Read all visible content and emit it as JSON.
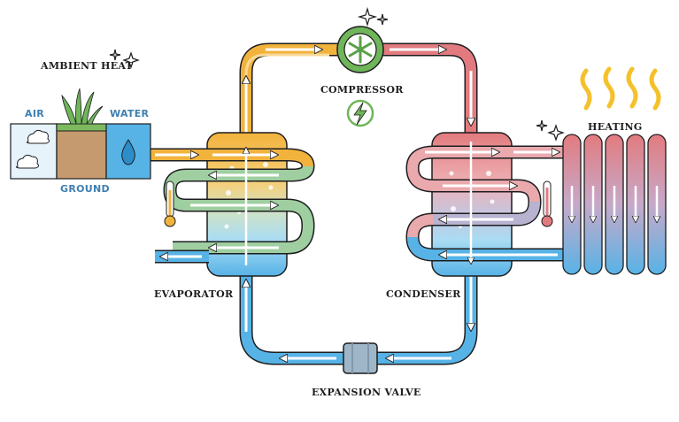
{
  "labels": {
    "ambient_heat": "AMBIENT HEAT",
    "air": "AIR",
    "water": "WATER",
    "ground": "GROUND",
    "compressor": "COMPRESSOR",
    "heating": "HEATING",
    "evaporator": "EVAPORATOR",
    "condenser": "CONDENSER",
    "expansion_valve": "EXPANSION VALVE"
  },
  "colors": {
    "warm_orange": "#f2b33d",
    "pale_orange": "#f7c86a",
    "red_pink": "#e27b7f",
    "pale_red": "#f0a2a2",
    "blue": "#57b3e6",
    "pale_blue": "#a9dcf4",
    "green": "#6fb55a",
    "valve_grey": "#9fb6c9",
    "outline": "#1d1d1f",
    "heat_wave": "#f5c12b"
  },
  "icons": [
    "fan-icon",
    "lightning-icon",
    "thermometer-icon",
    "water-drop-icon",
    "cloud-icon",
    "grass-icon",
    "sparkle-icon",
    "heat-wave-icon",
    "radiator-icon"
  ]
}
